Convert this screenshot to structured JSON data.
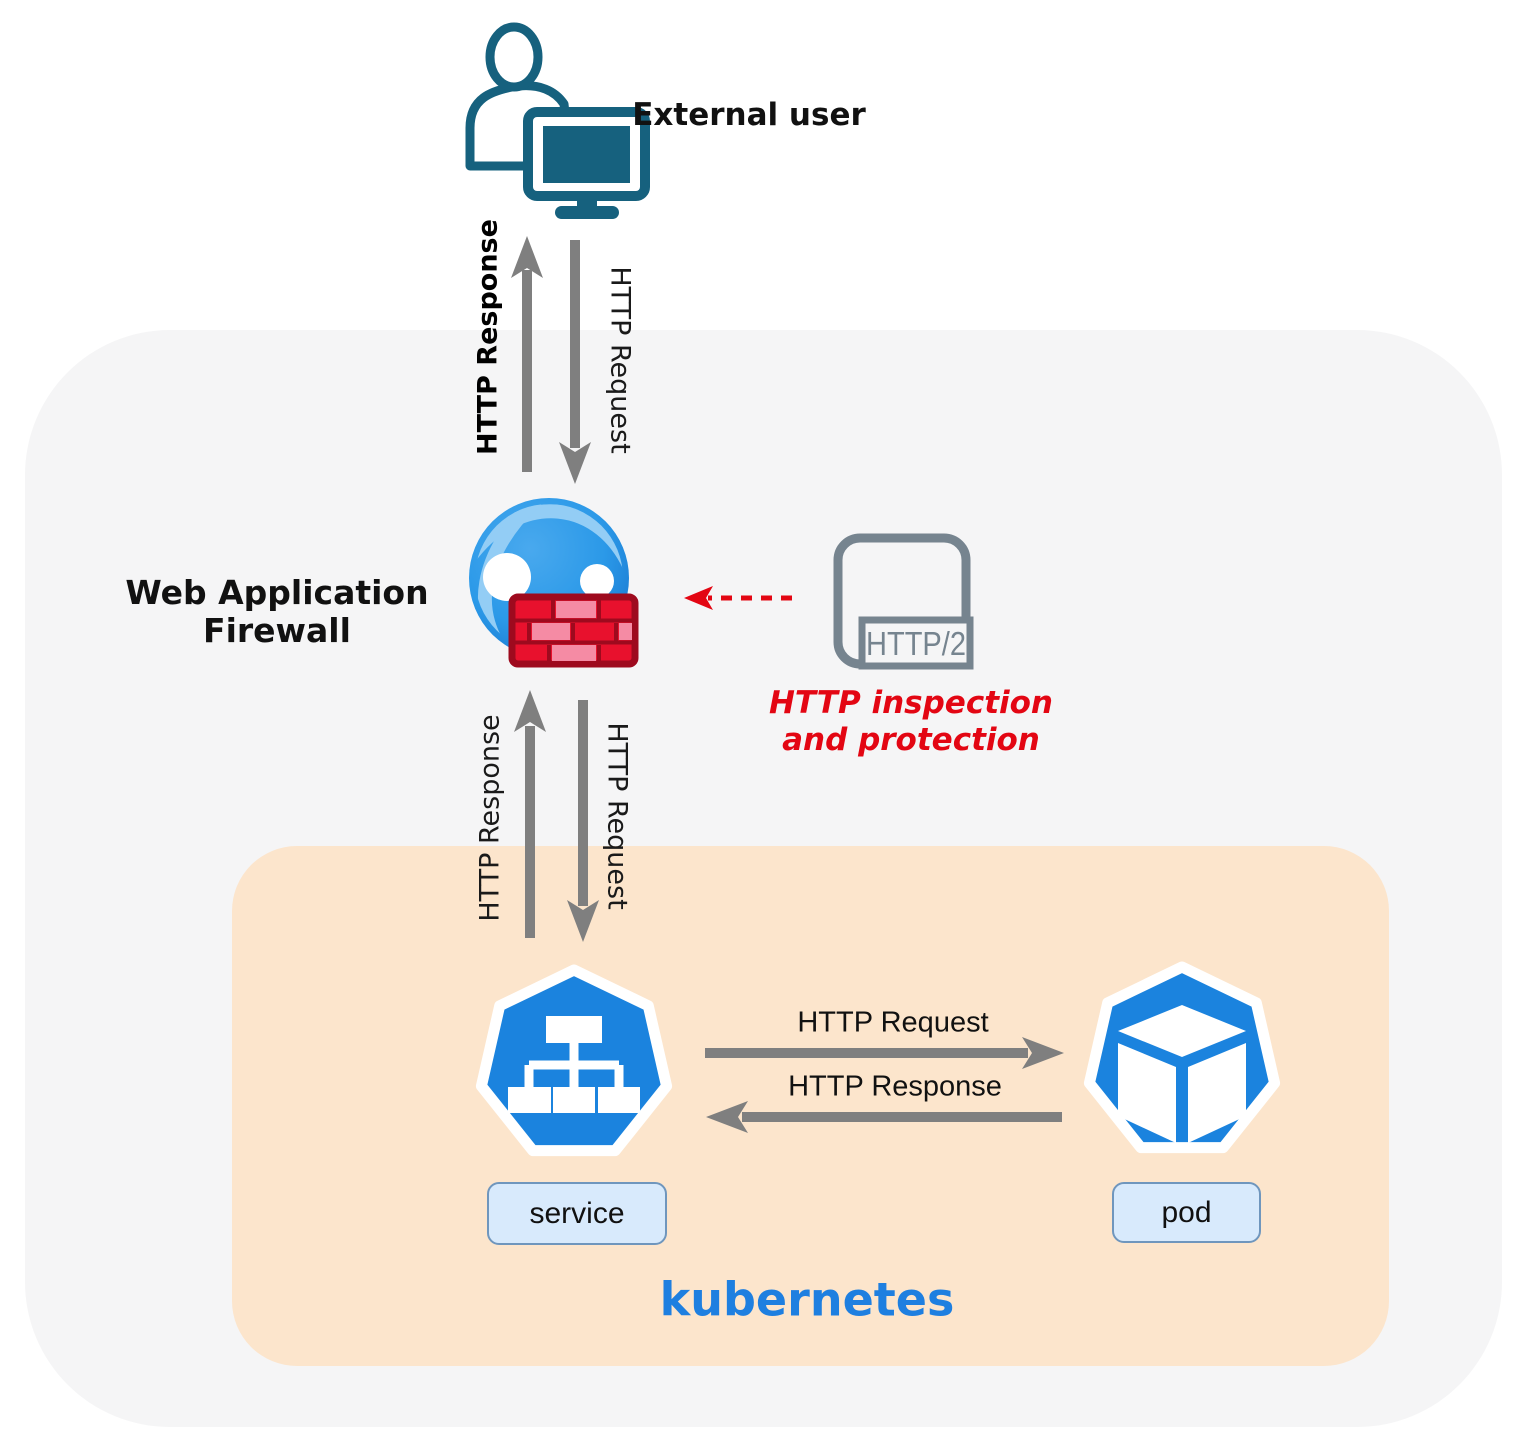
{
  "labels": {
    "external_user": "External user",
    "waf_line1": "Web Application",
    "waf_line2": "Firewall",
    "user_waf_response": "HTTP Response",
    "user_waf_request": "HTTP Request",
    "waf_svc_response": "HTTP Response",
    "waf_svc_request": "HTTP Request",
    "http2_badge": "HTTP/2",
    "inspection_line1": "HTTP inspection",
    "inspection_line2": "and protection",
    "svc_pod_request": "HTTP Request",
    "svc_pod_response": "HTTP Response",
    "service_badge": "service",
    "pod_badge": "pod",
    "kubernetes": "kubernetes"
  },
  "colors": {
    "outer_container": "#f5f5f6",
    "kubernetes_container": "#fce5cc",
    "arrow_gray": "#7f7f7f",
    "user_icon_teal": "#16617e",
    "waf_globe_blue": "#2b99e8",
    "waf_globe_arc": "#93cdf5",
    "waf_wall_red": "#e8112d",
    "waf_wall_border": "#9e0a1e",
    "waf_wall_brick_pink": "#f58ba4",
    "alert_red": "#e30613",
    "http2_slate": "#76848f",
    "k8s_icon_blue": "#1b83de",
    "kubernetes_text_blue": "#1e7fe0",
    "badge_fill": "#d8eafc",
    "badge_border": "#6f96bd"
  }
}
